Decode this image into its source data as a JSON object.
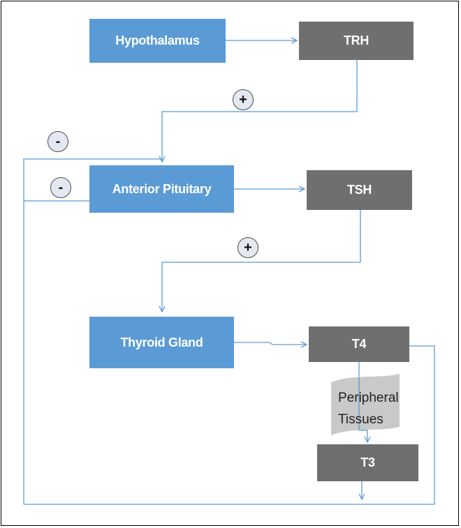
{
  "nodes": {
    "hypothalamus": "Hypothalamus",
    "trh": "TRH",
    "anterior_pituitary": "Anterior Pituitary",
    "tsh": "TSH",
    "thyroid_gland": "Thyroid Gland",
    "t4": "T4",
    "t3": "T3",
    "peripheral_tissues_line1": "Peripheral",
    "peripheral_tissues_line2": "Tissues"
  },
  "signs": {
    "trh_stimulates": "+",
    "tsh_stimulates": "+",
    "feedback_pituitary": "-",
    "feedback_pituitary_lower": "-"
  },
  "colors": {
    "organ_box": "#5b9bd5",
    "hormone_box": "#6f6f6f",
    "connector": "#5b9bd5",
    "tissue_shape": "#c9c9c9"
  }
}
